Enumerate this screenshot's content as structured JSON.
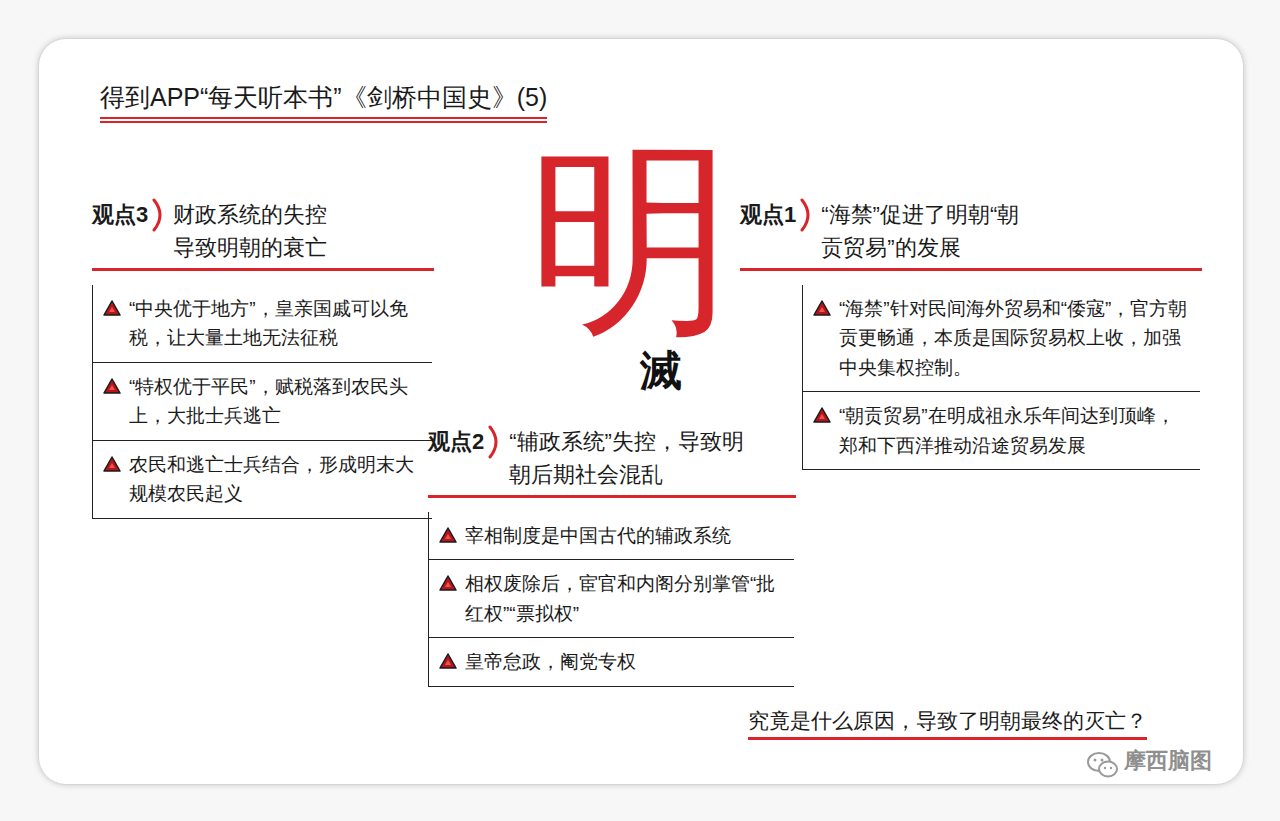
{
  "diagram": {
    "title": "得到APP“每天听本书”《剑桥中国史》(5)",
    "caption": "究竟是什么原因，导致了明朝最终的灭亡？",
    "nodes": [
      {
        "text": [
          "观点1",
          "“海禁”促进了明朝“朝贡贸易”的发展"
        ]
      },
      {
        "text": [
          "“海禁”针对民间海外贸易和“倭寇”，官方朝贡更畅通，本质是国际贸易权上收，加强中央集权控制。"
        ],
        "in": 0
      },
      {
        "text": [
          "“朝贡贸易”在明成祖永乐年间达到顶峰，郑和下西洋推动沿途贸易发展"
        ],
        "in": 0
      },
      {
        "text": [
          "观点2",
          "“辅政系统”失控，导致明朝后期社会混乱"
        ]
      },
      {
        "text": [
          "宰相制度是中国古代的辅政系统"
        ],
        "in": 3
      },
      {
        "text": [
          "相权废除后，宦官和内阁分别掌管“批红权”“票拟权”"
        ],
        "in": 3
      },
      {
        "text": [
          "皇帝怠政，阉党专权"
        ],
        "in": 3
      },
      {
        "text": [
          "观点3",
          "财政系统的失控导致明朝的衰亡"
        ]
      },
      {
        "text": [
          "“中央优于地方”，皇亲国戚可以免税，让大量土地无法征税"
        ],
        "in": 7
      },
      {
        "text": [
          "“特权优于平民”，赋税落到农民头上，大批士兵逃亡"
        ],
        "in": 7
      },
      {
        "text": [
          "农民和逃亡士兵结合，形成明末大规模农民起义"
        ],
        "in": 7
      }
    ],
    "labels": [
      "明",
      "滅",
      "摩西脑图"
    ]
  }
}
